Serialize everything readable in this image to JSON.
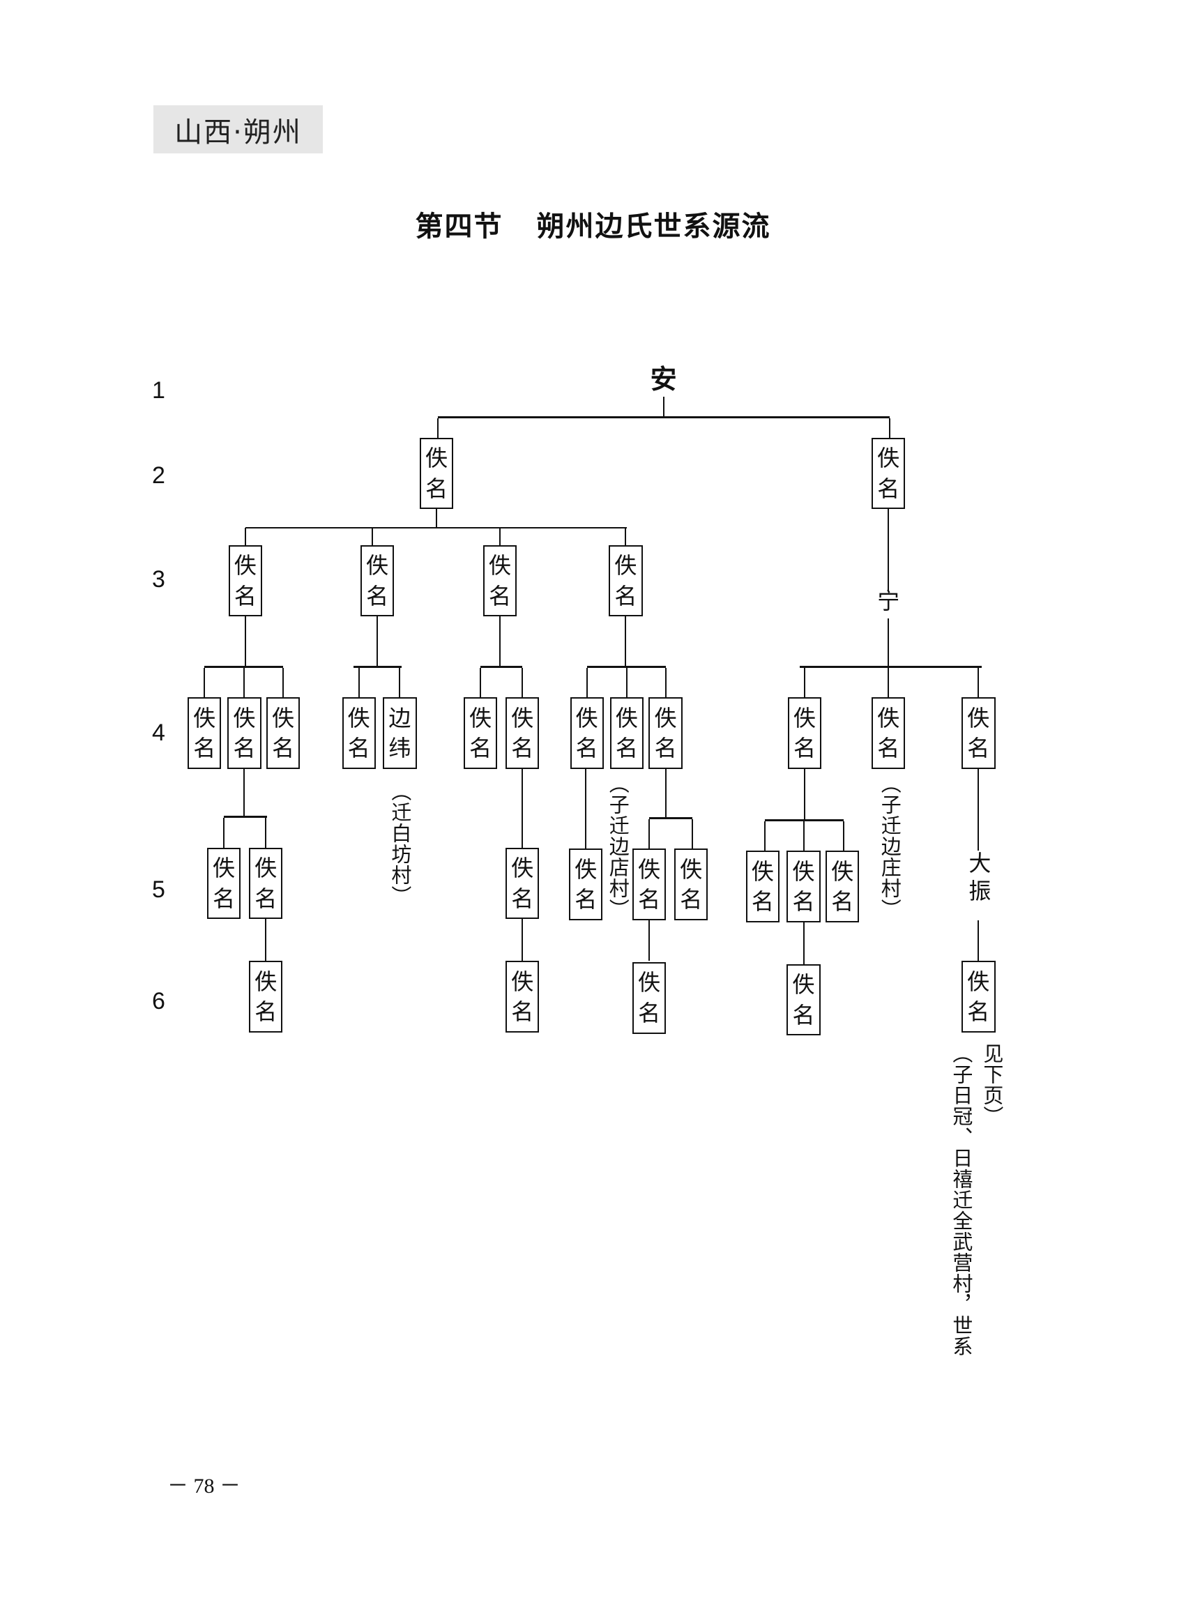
{
  "header": {
    "section_tag": "山西·朔州"
  },
  "title": {
    "part1": "第四节",
    "part2": "朔州边氏世系源流"
  },
  "generations": [
    "1",
    "2",
    "3",
    "4",
    "5",
    "6"
  ],
  "tree": {
    "root": "安",
    "gen2": [
      "佚名",
      "佚名"
    ],
    "gen2_right_child": "宁",
    "gen3": [
      "佚名",
      "佚名",
      "佚名",
      "佚名"
    ],
    "gen4": [
      "佚名",
      "佚名",
      "佚名",
      "佚名",
      "边纬",
      "佚名",
      "佚名",
      "佚名",
      "佚名",
      "佚名",
      "佚名",
      "佚名",
      "佚名"
    ],
    "gen5": [
      "佚名",
      "佚名",
      "佚名",
      "佚名",
      "佚名",
      "佚名",
      "佚名",
      "佚名",
      "佚名"
    ],
    "gen5_text": "大振",
    "gen6": [
      "佚名",
      "佚名",
      "佚名",
      "佚名",
      "佚名"
    ]
  },
  "notes": {
    "bianwei": "（迁白坊村）",
    "biandian": "（子迁边店村）",
    "bianzhuang": "（子迁边庄村）",
    "quanwuying": "（子日冠、日禧迁全武营村，世系",
    "see_next": "见下页）"
  },
  "footer": {
    "page_number": "－ 78 －"
  }
}
